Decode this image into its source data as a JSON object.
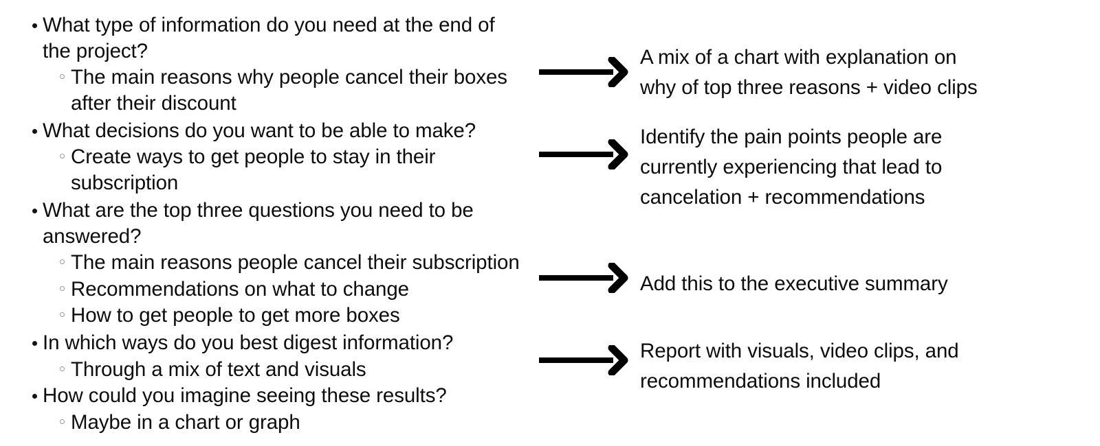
{
  "slide": {
    "background_color": "#ffffff",
    "text_color": "#0d0d0d",
    "arrow_color": "#000000",
    "bullet_level1_color": "#141414",
    "bullet_level2_color": "#9a9a9a"
  },
  "outline": {
    "items": [
      {
        "level": 1,
        "lines": [
          "What type of information do you need at the end of",
          "the project?"
        ]
      },
      {
        "level": 2,
        "lines": [
          "The main reasons why people cancel their boxes",
          "after their discount"
        ]
      },
      {
        "level": 1,
        "lines": [
          "What decisions do you want to be able to make?"
        ]
      },
      {
        "level": 2,
        "lines": [
          "Create ways to get people to stay in their",
          "subscription"
        ]
      },
      {
        "level": 1,
        "lines": [
          "What are the top three questions you need to be",
          "answered?"
        ]
      },
      {
        "level": 2,
        "lines": [
          "The main reasons people cancel their subscription"
        ]
      },
      {
        "level": 2,
        "lines": [
          "Recommendations on what to change"
        ]
      },
      {
        "level": 2,
        "lines": [
          "How to get people to get more boxes"
        ]
      },
      {
        "level": 1,
        "lines": [
          "In which ways do you best digest information?"
        ]
      },
      {
        "level": 2,
        "lines": [
          "Through a mix of text and visuals"
        ]
      },
      {
        "level": 1,
        "lines": [
          "How could you imagine seeing these results?"
        ]
      },
      {
        "level": 2,
        "lines": [
          "Maybe in a chart or graph"
        ]
      }
    ]
  },
  "callouts": [
    {
      "icon": "arrow-right-icon",
      "lines": [
        "A mix of a chart with explanation on",
        "why of top three reasons + video clips"
      ]
    },
    {
      "icon": "arrow-right-icon",
      "lines": [
        "Identify the pain points people are",
        "currently experiencing that lead to",
        "cancelation + recommendations"
      ]
    },
    {
      "icon": "arrow-right-icon",
      "lines": [
        "Add this to the executive summary"
      ]
    },
    {
      "icon": "arrow-right-icon",
      "lines": [
        "Report with visuals, video clips, and",
        "recommendations included"
      ]
    }
  ]
}
